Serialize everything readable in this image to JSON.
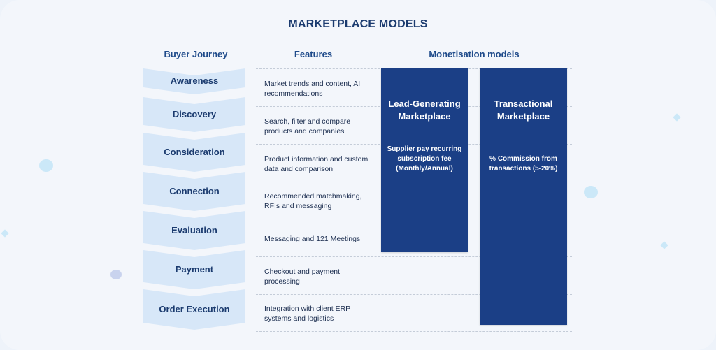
{
  "title": "MARKETPLACE MODELS",
  "headers": {
    "journey": "Buyer Journey",
    "features": "Features",
    "monetisation": "Monetisation models"
  },
  "stages": [
    {
      "label": "Awareness",
      "feature": "Market trends and content, AI recommendations"
    },
    {
      "label": "Discovery",
      "feature": "Search, filter and compare products and companies"
    },
    {
      "label": "Consideration",
      "feature": "Product information and custom data and comparison"
    },
    {
      "label": "Connection",
      "feature": "Recommended matchmaking, RFIs and messaging"
    },
    {
      "label": "Evaluation",
      "feature": "Messaging and 121 Meetings"
    },
    {
      "label": "Payment",
      "feature": "Checkout and payment processing"
    },
    {
      "label": "Order Execution",
      "feature": "Integration with client ERP systems and logistics"
    }
  ],
  "models": [
    {
      "title": "Lead-Generating Marketplace",
      "description": "Supplier pay recurring subscription fee (Monthly/Annual)"
    },
    {
      "title": "Transactional Marketplace",
      "description": "% Commission from transactions (5-20%)"
    }
  ],
  "colors": {
    "accent": "#1b3f86",
    "stage_fill": "#d7e7f8",
    "heading": "#1b3b6f"
  }
}
